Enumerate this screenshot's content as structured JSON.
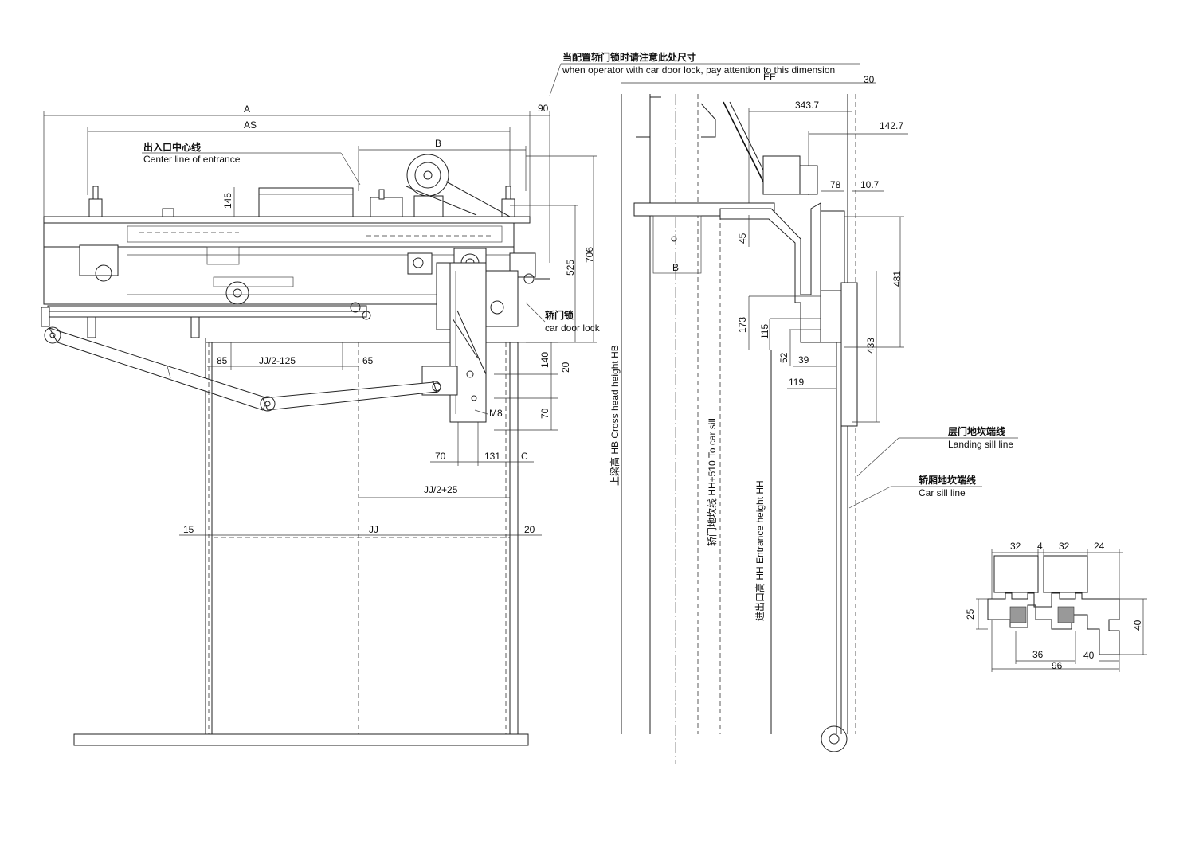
{
  "annotations": {
    "top_note_cn": "当配置轿门锁时请注意此处尺寸",
    "top_note_en": "when operator with car door lock, pay attention to this dimension",
    "center_line_cn": "出入口中心线",
    "center_line_en": "Center line of entrance",
    "car_door_lock_cn": "轿门锁",
    "car_door_lock_en": "car door lock",
    "landing_sill_cn": "层门地坎端线",
    "landing_sill_en": "Landing sill line",
    "car_sill_cn": "轿厢地坎端线",
    "car_sill_en": "Car sill line",
    "hb_label": "上梁高  HB Cross head height HB",
    "hh510_label": "轿门地坎线  HH+510 To car sill",
    "hh_label": "进出口高  HH Entrance height HH"
  },
  "dimensions": {
    "front": {
      "A": "A",
      "AS": "AS",
      "B": "B",
      "d90": "90",
      "d145": "145",
      "d525": "525",
      "d706": "706",
      "d140": "140",
      "d20": "20",
      "d70v": "70",
      "d85": "85",
      "jj2m125": "JJ/2-125",
      "d65": "65",
      "M8": "M8",
      "d70": "70",
      "d131": "131",
      "C": "C",
      "jj2p25": "JJ/2+25",
      "d15": "15",
      "JJ": "JJ",
      "d20b": "20"
    },
    "side": {
      "EE": "EE",
      "d30": "30",
      "d343": "343.7",
      "d142": "142.7",
      "d78": "78",
      "d10": "10.7",
      "d45": "45",
      "B": "B",
      "d481": "481",
      "d173": "173",
      "d115": "115",
      "d52": "52",
      "d39": "39",
      "d433": "433",
      "d119": "119"
    },
    "sill": {
      "d32a": "32",
      "d4": "4",
      "d32b": "32",
      "d24": "24",
      "d25": "25",
      "d40v": "40",
      "d36": "36",
      "d40h": "40",
      "d96": "96"
    }
  }
}
